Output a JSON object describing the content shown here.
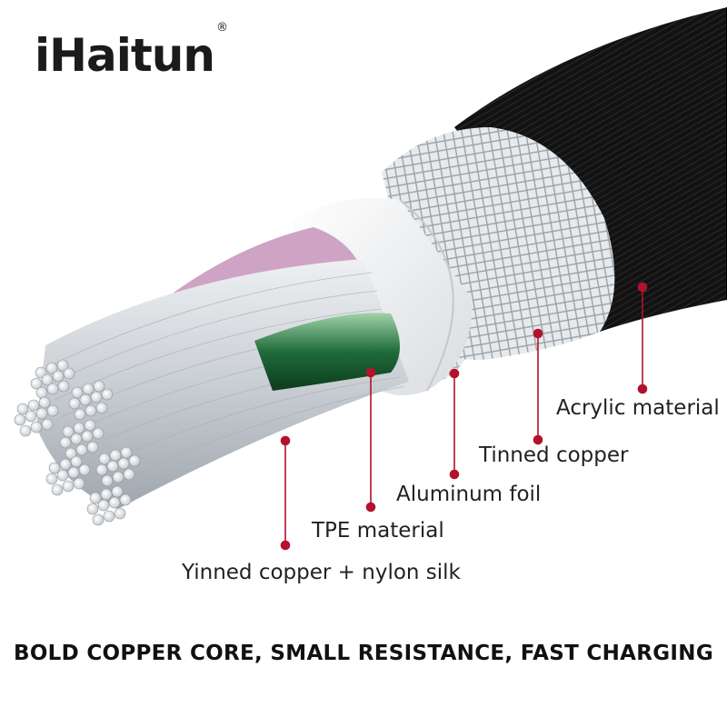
{
  "brand": {
    "name": "iHaitun",
    "registered_mark": "®"
  },
  "callouts": {
    "acrylic": "Acrylic material",
    "tinned_copper": "Tinned copper",
    "aluminum_foil": "Aluminum foil",
    "tpe": "TPE material",
    "yinned_copper": "Yinned copper + nylon silk"
  },
  "tagline": "BOLD COPPER CORE, SMALL RESISTANCE, FAST CHARGING",
  "colors": {
    "callout_red": "#b3122a",
    "jacket": "#141414",
    "braid": "#dfe3e6",
    "foil": "#f3f4f6",
    "tpe_green": "#1f6b3a",
    "pink_wrap": "#cfa3c4"
  }
}
